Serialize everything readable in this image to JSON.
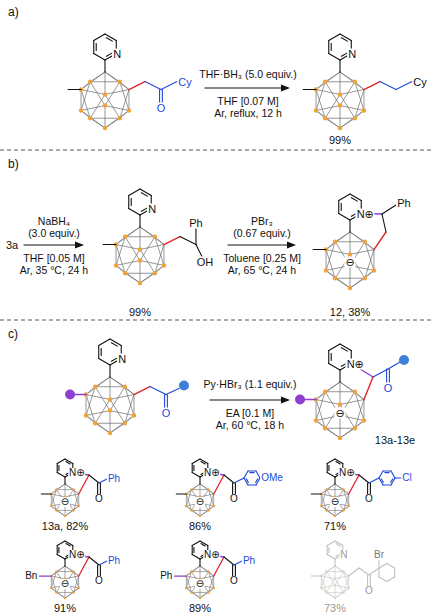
{
  "diagram": {
    "labels": [
      "a)",
      "Cy",
      "O",
      "N",
      "THF·BH₃ (5.0 equiv.)",
      "THF [0.07 M]",
      "Ar, reflux, 12 h",
      "N",
      "Cy",
      "99%",
      "b)",
      "3a",
      "NaBH₄",
      "(3.0 equiv.)",
      "THF [0.05 M]",
      "Ar, 35 °C, 24 h",
      "N",
      "Ph",
      "OH",
      "99%",
      "PBr₃",
      "(0.67 equiv.)",
      "Toluene [0.25 M]",
      "Ar, 65 °C, 24 h",
      "N⊕",
      "Ph",
      "⊖",
      "12, 38%",
      "c)",
      "N",
      "O",
      "Py·HBr₃ (1.1 equiv.)",
      "EA [0.1 M]",
      "Ar, 60 °C, 18 h",
      "N⊕",
      "⊖",
      "O",
      "13a-13e",
      "N⊕",
      "⊖",
      "O",
      "Ph",
      "13a, 82%",
      "N⊕",
      "⊖",
      "O",
      "OMe",
      "86%",
      "N⊕",
      "⊖",
      "O",
      "Cl",
      "71%",
      "Bn",
      "N⊕",
      "⊖",
      "O",
      "Ph",
      "91%",
      "Ph",
      "N⊕",
      "⊖",
      "O",
      "Ph",
      "89%",
      "N",
      "O",
      "Br",
      "73%"
    ]
  }
}
